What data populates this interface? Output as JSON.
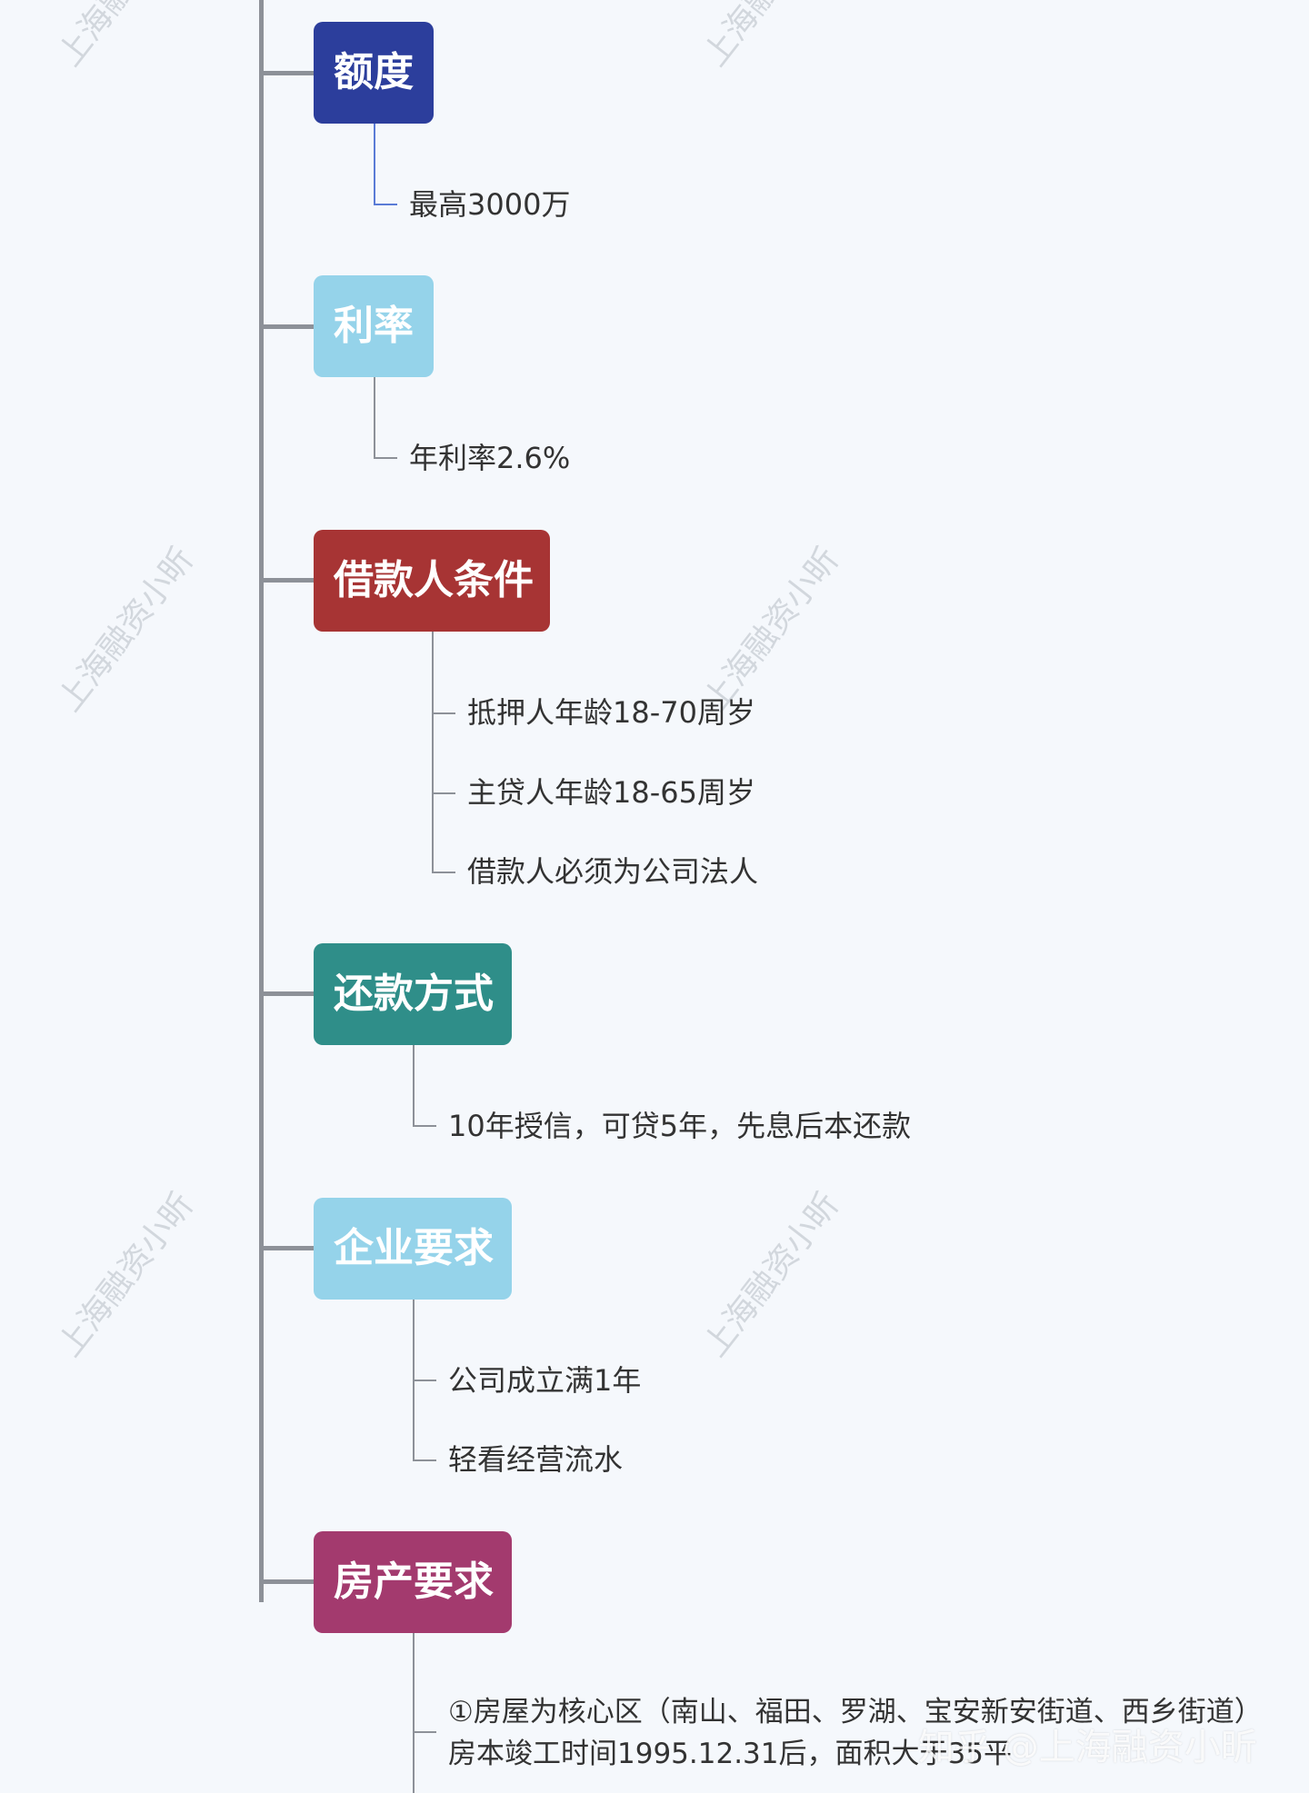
{
  "watermark": "上海融资小昕",
  "brand_watermark": "知乎 @上海融资小昕",
  "sections": [
    {
      "title": "额度",
      "color": "#2c3e9c",
      "line_color": "#5a7bd6",
      "items": [
        "最高3000万"
      ]
    },
    {
      "title": "利率",
      "color": "#95d3ea",
      "line_color": "#8d9198",
      "items": [
        "年利率2.6%"
      ]
    },
    {
      "title": "借款人条件",
      "color": "#a73434",
      "line_color": "#8d9198",
      "items": [
        "抵押人年龄18-70周岁",
        "主贷人年龄18-65周岁",
        "借款人必须为公司法人"
      ]
    },
    {
      "title": "还款方式",
      "color": "#2f8e89",
      "line_color": "#8d9198",
      "items": [
        "10年授信，可贷5年，先息后本还款"
      ]
    },
    {
      "title": "企业要求",
      "color": "#95d3ea",
      "line_color": "#8d9198",
      "items": [
        "公司成立满1年",
        "轻看经营流水"
      ]
    },
    {
      "title": "房产要求",
      "color": "#a33a6e",
      "line_color": "#8d9198",
      "items": [
        "①房屋为核心区（南山、福田、罗湖、宝安新安街道、西乡街道）",
        "房本竣工时间1995.12.31后，面积大于35平"
      ]
    }
  ]
}
